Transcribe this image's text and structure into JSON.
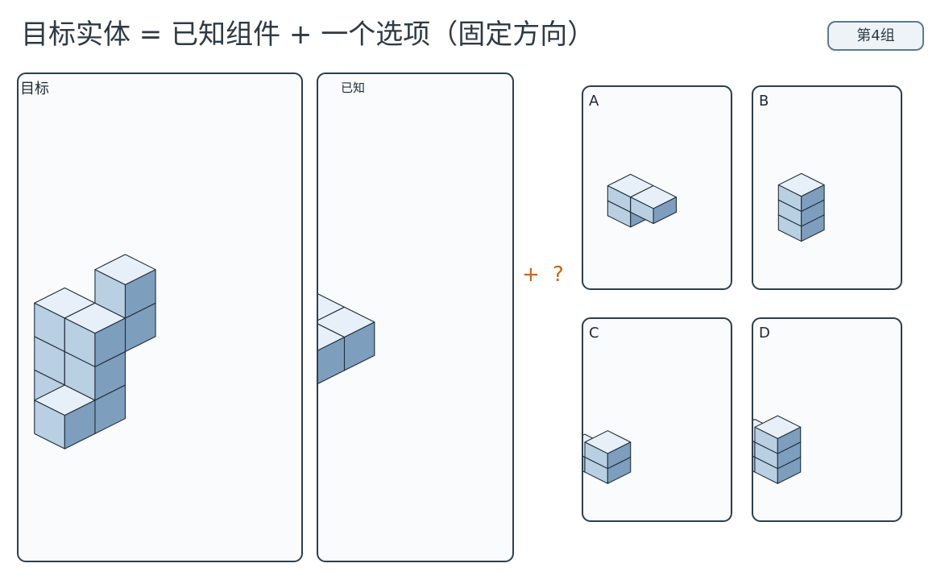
{
  "header": {
    "title": "目标实体 = 已知组件 + 一个选项（固定方向）",
    "group_label": "第4组"
  },
  "panels": {
    "target_label": "目标",
    "known_label": "已知",
    "operator_label": "+ ?"
  },
  "options": [
    {
      "label": "A"
    },
    {
      "label": "B"
    },
    {
      "label": "C"
    },
    {
      "label": "D"
    }
  ],
  "colors": {
    "cube_top": "#e7f0f8",
    "cube_left": "#b9cfe2",
    "cube_right": "#7e9ebe",
    "cube_edge": "#1e2c3a",
    "panel_border": "#2f3e4d",
    "panel_bg": "#f9fbfd",
    "operator": "#c86414",
    "button_bg": "#eef3f8",
    "button_border": "#5e7890"
  }
}
